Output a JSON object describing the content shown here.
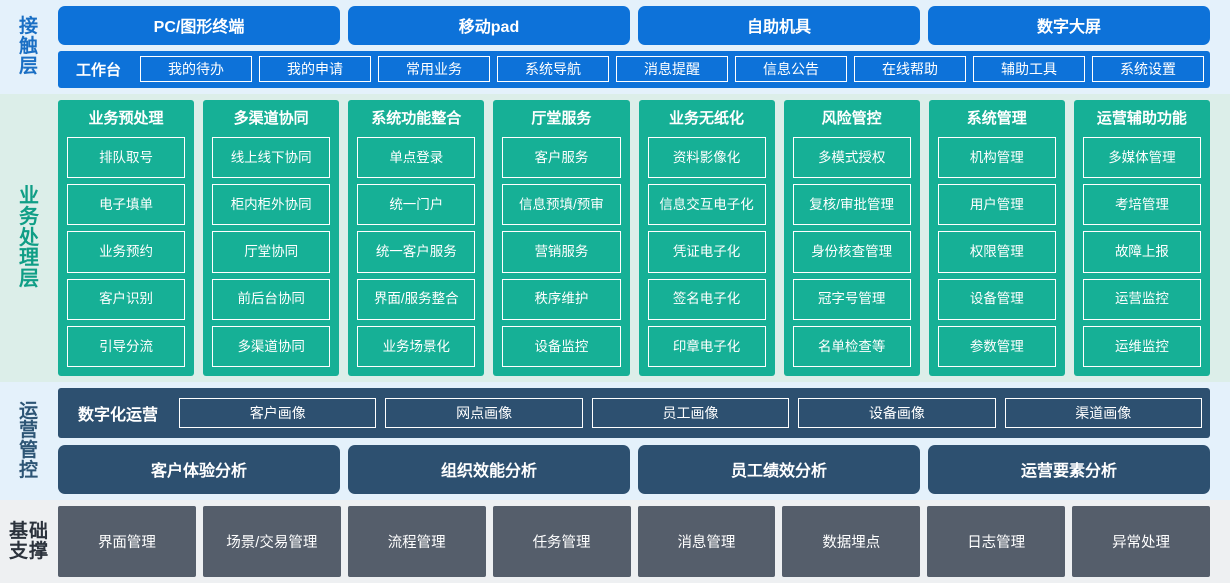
{
  "layers": {
    "touch": {
      "label": "接触层",
      "channels": [
        "PC/图形终端",
        "移动pad",
        "自助机具",
        "数字大屏"
      ],
      "workbench_label": "工作台",
      "items": [
        "我的待办",
        "我的申请",
        "常用业务",
        "系统导航",
        "消息提醒",
        "信息公告",
        "在线帮助",
        "辅助工具",
        "系统设置"
      ],
      "accent_color": "#0d72d9",
      "background_color": "#e4f1fb"
    },
    "business": {
      "label": "业务处理层",
      "accent_color": "#16b096",
      "background_color": "#dceee9",
      "columns": [
        {
          "title": "业务预处理",
          "items": [
            "排队取号",
            "电子填单",
            "业务预约",
            "客户识别",
            "引导分流"
          ]
        },
        {
          "title": "多渠道协同",
          "items": [
            "线上线下协同",
            "柜内柜外协同",
            "厅堂协同",
            "前后台协同",
            "多渠道协同"
          ]
        },
        {
          "title": "系统功能整合",
          "items": [
            "单点登录",
            "统一门户",
            "统一客户服务",
            "界面/服务整合",
            "业务场景化"
          ]
        },
        {
          "title": "厅堂服务",
          "items": [
            "客户服务",
            "信息预填/预审",
            "营销服务",
            "秩序维护",
            "设备监控"
          ]
        },
        {
          "title": "业务无纸化",
          "items": [
            "资料影像化",
            "信息交互电子化",
            "凭证电子化",
            "签名电子化",
            "印章电子化"
          ]
        },
        {
          "title": "风险管控",
          "items": [
            "多模式授权",
            "复核/审批管理",
            "身份核查管理",
            "冠字号管理",
            "名单检查等"
          ]
        },
        {
          "title": "系统管理",
          "items": [
            "机构管理",
            "用户管理",
            "权限管理",
            "设备管理",
            "参数管理"
          ]
        },
        {
          "title": "运营辅助功能",
          "items": [
            "多媒体管理",
            "考培管理",
            "故障上报",
            "运营监控",
            "运维监控"
          ]
        }
      ]
    },
    "operations": {
      "label": "运营管控",
      "accent_color": "#2d5070",
      "background_color": "#e4f1fb",
      "digital_title": "数字化运营",
      "portraits": [
        "客户画像",
        "网点画像",
        "员工画像",
        "设备画像",
        "渠道画像"
      ],
      "analyses": [
        "客户体验分析",
        "组织效能分析",
        "员工绩效分析",
        "运营要素分析"
      ]
    },
    "foundation": {
      "label": "基础支撑",
      "accent_color": "#555e6b",
      "background_color": "#eef0f2",
      "items": [
        "界面管理",
        "场景/交易管理",
        "流程管理",
        "任务管理",
        "消息管理",
        "数据埋点",
        "日志管理",
        "异常处理"
      ]
    }
  }
}
